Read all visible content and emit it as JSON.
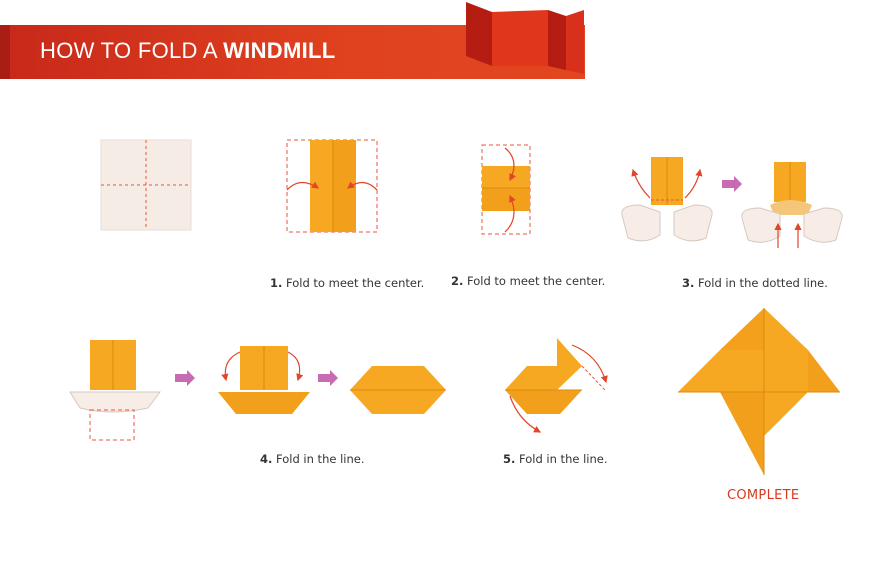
{
  "header": {
    "title_prefix": "HOW TO FOLD A ",
    "title_bold": "WINDMILL"
  },
  "steps": [
    {
      "number": "1.",
      "text": "Fold to meet the center."
    },
    {
      "number": "2.",
      "text": "Fold to meet the center."
    },
    {
      "number": "3.",
      "text": "Fold in the dotted line."
    },
    {
      "number": "4.",
      "text": "Fold in the line."
    },
    {
      "number": "5.",
      "text": "Fold in the line."
    }
  ],
  "complete_label": "COMPLETE",
  "colors": {
    "banner": "#e0421f",
    "paper": "#f4a21c",
    "fold_line": "#e8553a",
    "arrow": "#c76bb3"
  }
}
